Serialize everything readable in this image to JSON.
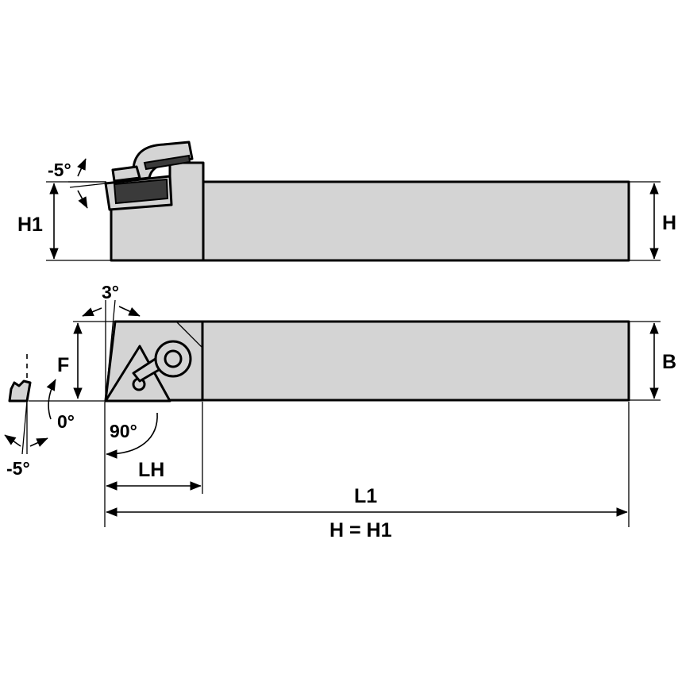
{
  "colors": {
    "part_fill": "#d4d4d4",
    "outline": "#000000"
  },
  "labels": {
    "angle_top_side": "-5°",
    "h1": "H1",
    "h": "H",
    "angle_3": "3°",
    "f": "F",
    "b": "B",
    "angle_0": "0°",
    "angle_bottom_side": "-5°",
    "angle_90": "90°",
    "lh": "LH",
    "l1": "L1",
    "note": "H = H1"
  }
}
